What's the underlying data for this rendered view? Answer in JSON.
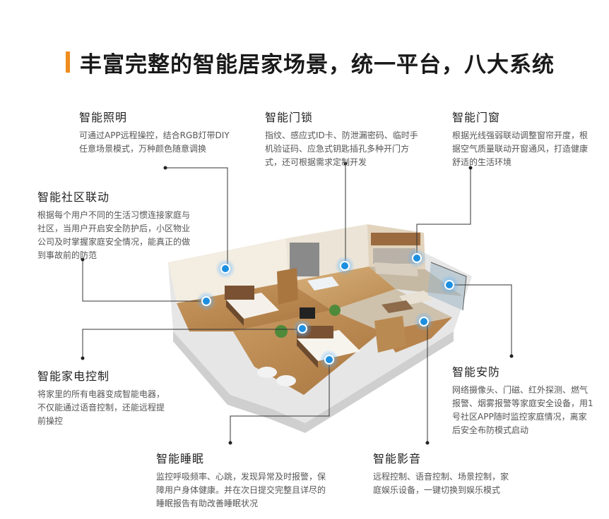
{
  "page": {
    "title": "丰富完整的智能居家场景，统一平台，八大系统"
  },
  "systems": {
    "lighting": {
      "title": "智能照明",
      "desc": "可通过APP远程操控，结合RGB灯带DIY任意场景模式，万种颜色随意调换"
    },
    "lock": {
      "title": "智能门锁",
      "desc": "指纹、感应式ID卡、防泄漏密码、临时手机验证码、应急式钥匙插孔多种开门方式，还可根据需求定制开发"
    },
    "window": {
      "title": "智能门窗",
      "desc": "根据光线强弱联动调整窗帘开度，根据空气质量联动开窗通风，打造健康舒适的生活环境"
    },
    "community": {
      "title": "智能社区联动",
      "desc": "根据每个用户不同的生活习惯连接家庭与社区，当用户开启安全防护后，小区物业公司及时掌握家庭安全情况，能真正的做到事故前的防范"
    },
    "appliance": {
      "title": "智能家电控制",
      "desc": "将家里的所有电器变成智能电器，不仅能通过语音控制，还能远程提前操控"
    },
    "security": {
      "title": "智能安防",
      "desc": "网络摄像头、门磁、红外探测、燃气报警、烟雾报警等家庭安全设备，用1号社区APP随时监控家庭情况，离家后安全布防模式启动"
    },
    "sleep": {
      "title": "智能睡眠",
      "desc": "监控呼吸频率、心跳，发现异常及时报警，保障用户身体健康。并在次日提交完整且详尽的睡眠报告有助改善睡眠状况"
    },
    "av": {
      "title": "智能影音",
      "desc": "远程控制、语音控制、场景控制，家庭娱乐设备，一键切换到娱乐模式"
    }
  },
  "colors": {
    "accent": "#f08c1e",
    "sensor": "#1e8fe0",
    "title": "#1a1a1a"
  }
}
